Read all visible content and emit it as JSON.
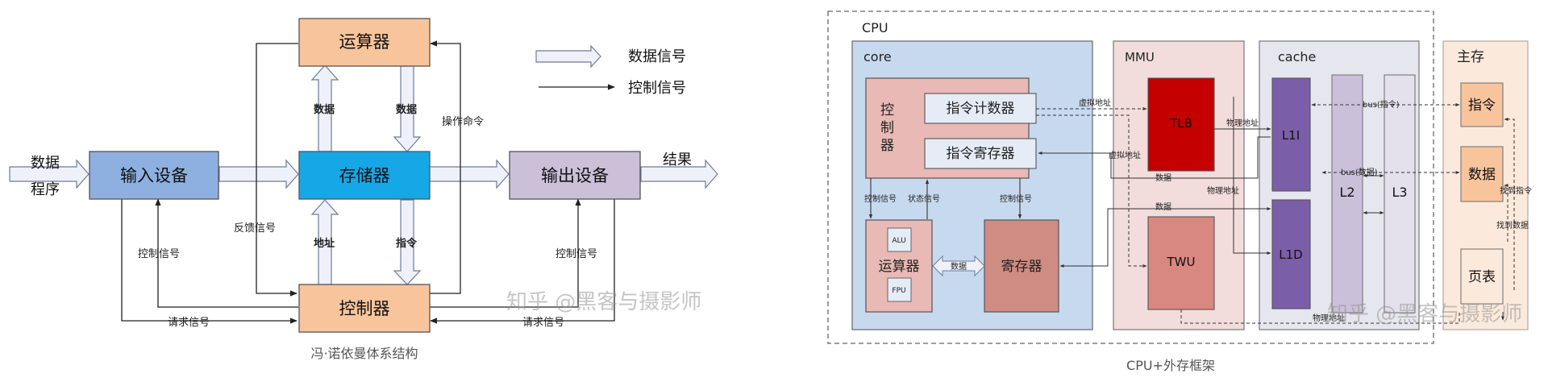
{
  "left_diagram": {
    "caption": "冯·诺依曼体系结构",
    "nodes": {
      "alu": "运算器",
      "input": "输入设备",
      "memory": "存储器",
      "output": "输出设备",
      "controller": "控制器"
    },
    "input_label_line1": "数据",
    "input_label_line2": "程序",
    "output_label": "结果",
    "legend": {
      "data_signal": "数据信号",
      "control_signal": "控制信号"
    },
    "edge_labels": {
      "data_mem_to_alu": "数据",
      "data_alu_to_mem": "数据",
      "address": "地址",
      "instruction": "指令",
      "op_command": "操作命令",
      "feedback": "反馈信号",
      "ctrl_input": "控制信号",
      "ctrl_output": "控制信号",
      "req_left": "请求信号",
      "req_right": "请求信号"
    },
    "watermark": "知乎 @黑客与摄影师"
  },
  "right_diagram": {
    "caption": "CPU+外存框架",
    "cpu_label": "CPU",
    "core": {
      "title": "core",
      "control_unit": [
        "控",
        "制",
        "器"
      ],
      "pc": "指令计数器",
      "ir": "指令寄存器",
      "alu": "运算器",
      "alu_sub": "ALU",
      "fpu_sub": "FPU",
      "registers": "寄存器",
      "ctrl_signal": "控制信号",
      "status_signal": "状态信号",
      "ctrl_signal2": "控制信号",
      "data": "数据"
    },
    "mmu": {
      "title": "MMU",
      "tlb": "TLB",
      "twu": "TWU",
      "va1": "虚拟地址",
      "va2": "虚拟地址",
      "data1": "数据",
      "data2": "数据",
      "pa1": "物理地址",
      "pa2": "物理地址"
    },
    "cache": {
      "title": "cache",
      "l1i": "L1I",
      "l1d": "L1D",
      "l2": "L2",
      "l3": "L3"
    },
    "memory": {
      "title": "主存",
      "instr": "指令",
      "data": "数据",
      "page_table": "页表",
      "bus_instr": "bus(指令)",
      "bus_data": "bus(数据)",
      "find_instr": "找到指令",
      "find_data": "找到数据",
      "addr_label": "物理地址"
    },
    "watermark": "知乎 @黑客与摄影师"
  }
}
